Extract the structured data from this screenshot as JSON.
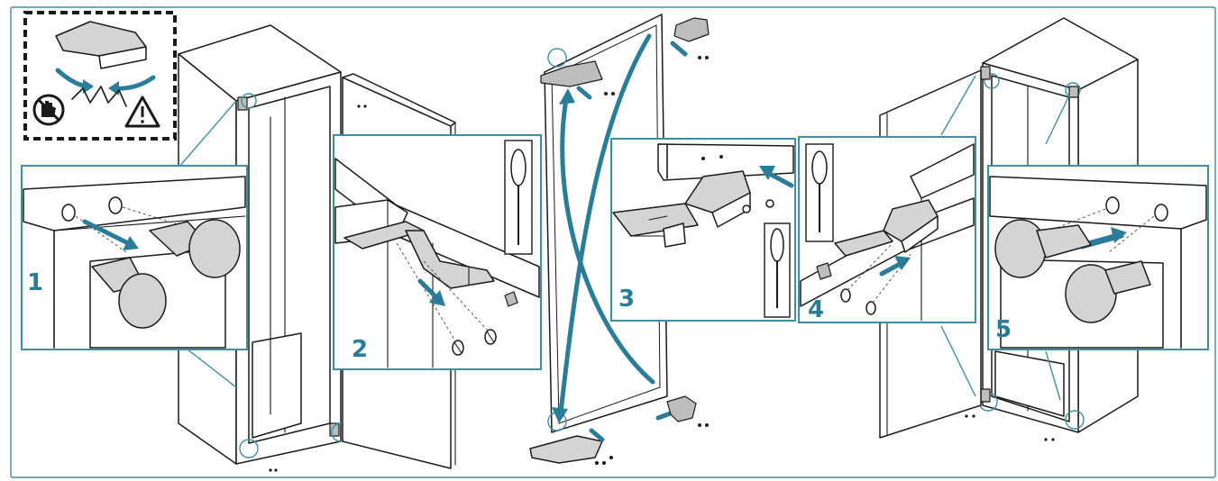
{
  "steps": [
    {
      "label": "1"
    },
    {
      "label": "2"
    },
    {
      "label": "3"
    },
    {
      "label": "4"
    },
    {
      "label": "5"
    }
  ],
  "colors": {
    "accent": "#2a7d98",
    "frame": "#3e8fa5",
    "line": "#1a1a1a",
    "part_fill": "#d4d4d4"
  },
  "icons": {
    "warning": "warning-triangle-icon",
    "no_hand": "no-hand-icon",
    "screwdriver": "screwdriver-icon"
  }
}
